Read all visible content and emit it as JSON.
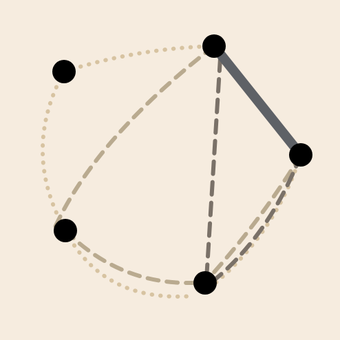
{
  "game": {
    "type": "node-connection-puzzle",
    "colors": {
      "background": "#f6ecdf",
      "node": "#000000",
      "solid_edge": "#5e6166",
      "dark_dashed_edge": "#7a7168",
      "tan_dashed_edge": "#b9aa8f",
      "dotted_edge": "#d7c3a1"
    },
    "nodes": [
      {
        "id": "n1"
      },
      {
        "id": "n2"
      },
      {
        "id": "n3"
      },
      {
        "id": "n4"
      },
      {
        "id": "n5"
      }
    ],
    "edges": [
      {
        "id": "e1",
        "from": "n1",
        "to": "n2",
        "style": "dotted"
      },
      {
        "id": "e2",
        "from": "n1",
        "to": "n3",
        "style": "dotted"
      },
      {
        "id": "e3",
        "from": "n2",
        "to": "n3",
        "style": "tan-dashed"
      },
      {
        "id": "e4",
        "from": "n2",
        "to": "n4",
        "style": "solid"
      },
      {
        "id": "e5",
        "from": "n2",
        "to": "n5",
        "style": "dark-dashed"
      },
      {
        "id": "e6",
        "from": "n3",
        "to": "n5",
        "style": "tan-dashed"
      },
      {
        "id": "e7",
        "from": "n3",
        "to": "n5",
        "style": "dotted"
      },
      {
        "id": "e8",
        "from": "n4",
        "to": "n5",
        "style": "dark-dashed"
      },
      {
        "id": "e9",
        "from": "n4",
        "to": "n5",
        "style": "tan-dashed"
      },
      {
        "id": "e10",
        "from": "n4",
        "to": "n5",
        "style": "dotted"
      }
    ]
  }
}
